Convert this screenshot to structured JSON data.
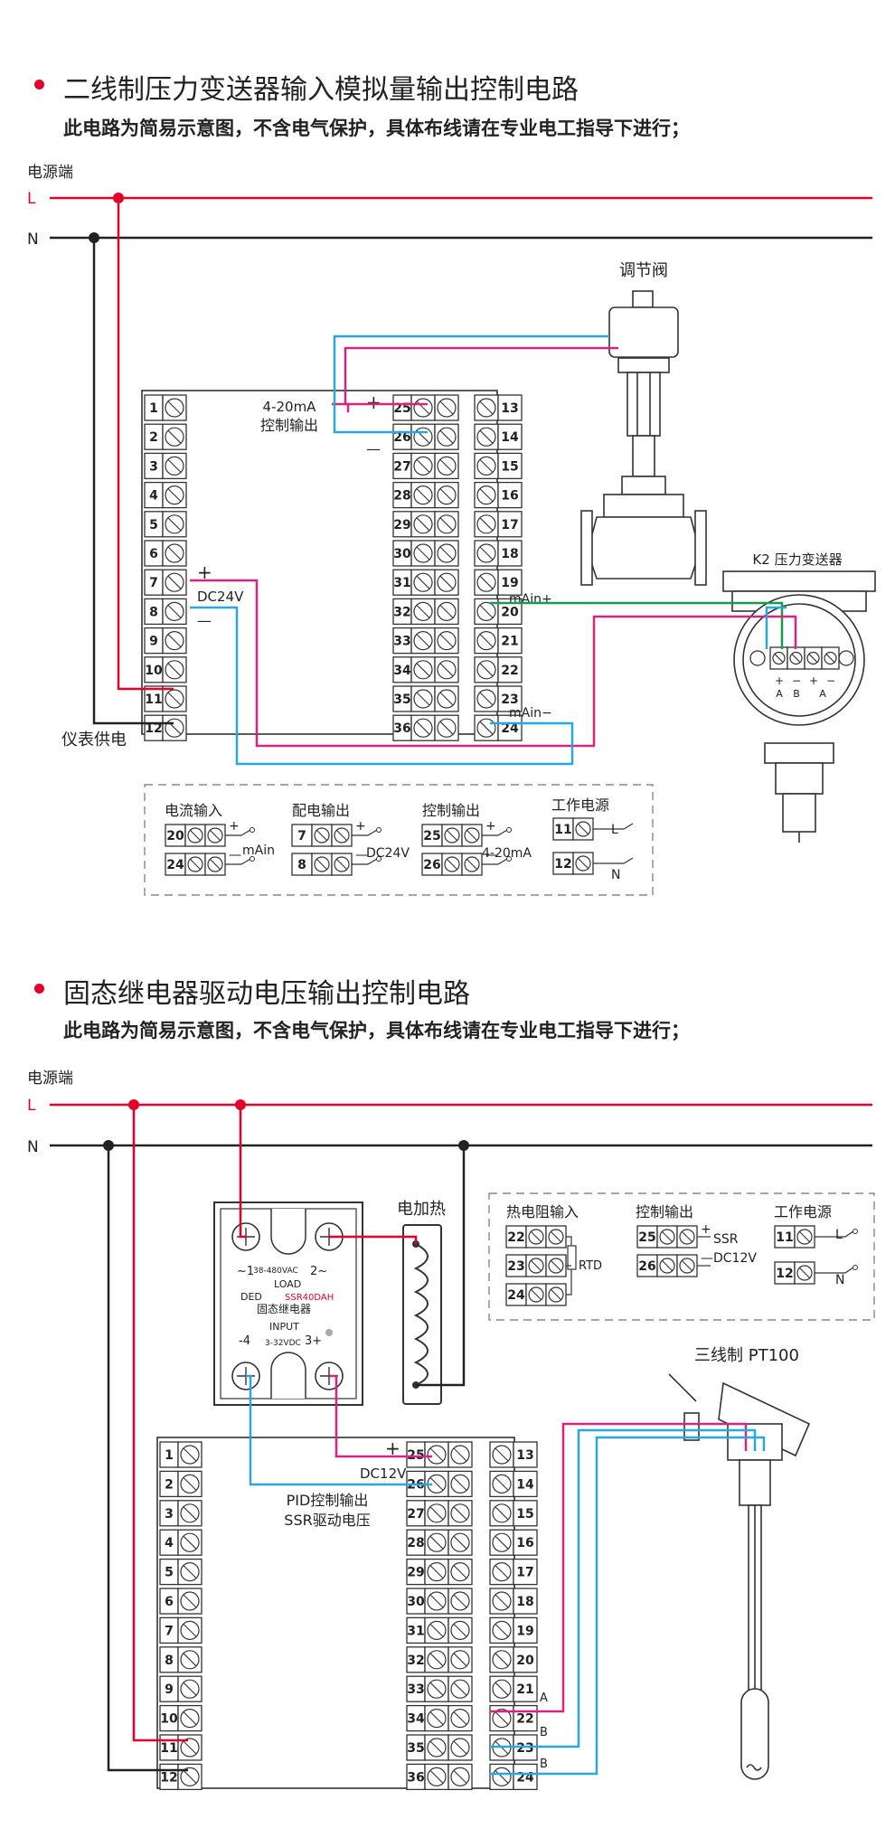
{
  "section1": {
    "title": "二线制压力变送器输入模拟量输出控制电路",
    "subtitle": "此电路为简易示意图，不含电气保护，具体布线请在专业电工指导下进行；",
    "power_label": "电源端",
    "line_L": "L",
    "line_N": "N",
    "valve_label": "调节阀",
    "ctrl_out_1": "4-20mA",
    "ctrl_out_2": "控制输出",
    "dc24v": "DC24V",
    "plus": "+",
    "minus": "—",
    "main_plus": "mAin+",
    "main_minus": "mAin−",
    "transmitter_label": "K2 压力变送器",
    "supply_label": "仪表供电",
    "left_terms": [
      "1",
      "2",
      "3",
      "4",
      "5",
      "6",
      "7",
      "8",
      "9",
      "10",
      "11",
      "12"
    ],
    "mid_terms": [
      "25",
      "26",
      "27",
      "28",
      "29",
      "30",
      "31",
      "32",
      "33",
      "34",
      "35",
      "36"
    ],
    "right_terms": [
      "13",
      "14",
      "15",
      "16",
      "17",
      "18",
      "19",
      "20",
      "21",
      "22",
      "23",
      "24"
    ],
    "tx_marks": [
      "+",
      "−",
      "+",
      "−"
    ],
    "tx_ab": [
      "A",
      "B",
      "A"
    ],
    "legend": {
      "current_in": "电流输入",
      "power_out": "配电输出",
      "ctrl_out": "控制输出",
      "work_power": "工作电源",
      "t20": "20",
      "t24": "24",
      "t7": "7",
      "t8": "8",
      "t25": "25",
      "t26": "26",
      "t11": "11",
      "t12": "12",
      "main": "mAin",
      "dc24v": "DC24V",
      "ma": "4-20mA",
      "L": "L",
      "N": "N"
    }
  },
  "section2": {
    "title": "固态继电器驱动电压输出控制电路",
    "subtitle": "此电路为简易示意图，不含电气保护，具体布线请在专业电工指导下进行；",
    "power_label": "电源端",
    "line_L": "L",
    "line_N": "N",
    "heater_label": "电加热",
    "ssr": {
      "t1": "~1",
      "vac": "38-480VAC",
      "t2": "2~",
      "load": "LOAD",
      "ded": "DED",
      "model": "SSR40DAH",
      "name": "固态继电器",
      "input": "INPUT",
      "t4": "-4",
      "vdc": "3-32VDC",
      "t3": "3+"
    },
    "dc12v": "DC12V",
    "pid_1": "PID控制输出",
    "pid_2": "SSR驱动电压",
    "pt100_label": "三线制  PT100",
    "wire_a": "A",
    "wire_b1": "B",
    "wire_b2": "B",
    "legend": {
      "rtd_in": "热电阻输入",
      "ctrl_out": "控制输出",
      "work_power": "工作电源",
      "t22": "22",
      "t23": "23",
      "t24": "24",
      "t25": "25",
      "t26": "26",
      "t11": "11",
      "t12": "12",
      "rtd": "RTD",
      "ssr": "SSR",
      "dc12v": "DC12V",
      "L": "L",
      "N": "N"
    }
  },
  "colors": {
    "red": "#e4002b",
    "magenta": "#d6247f",
    "blue": "#2aa6e0",
    "green": "#1a9a4a",
    "black": "#222222"
  }
}
